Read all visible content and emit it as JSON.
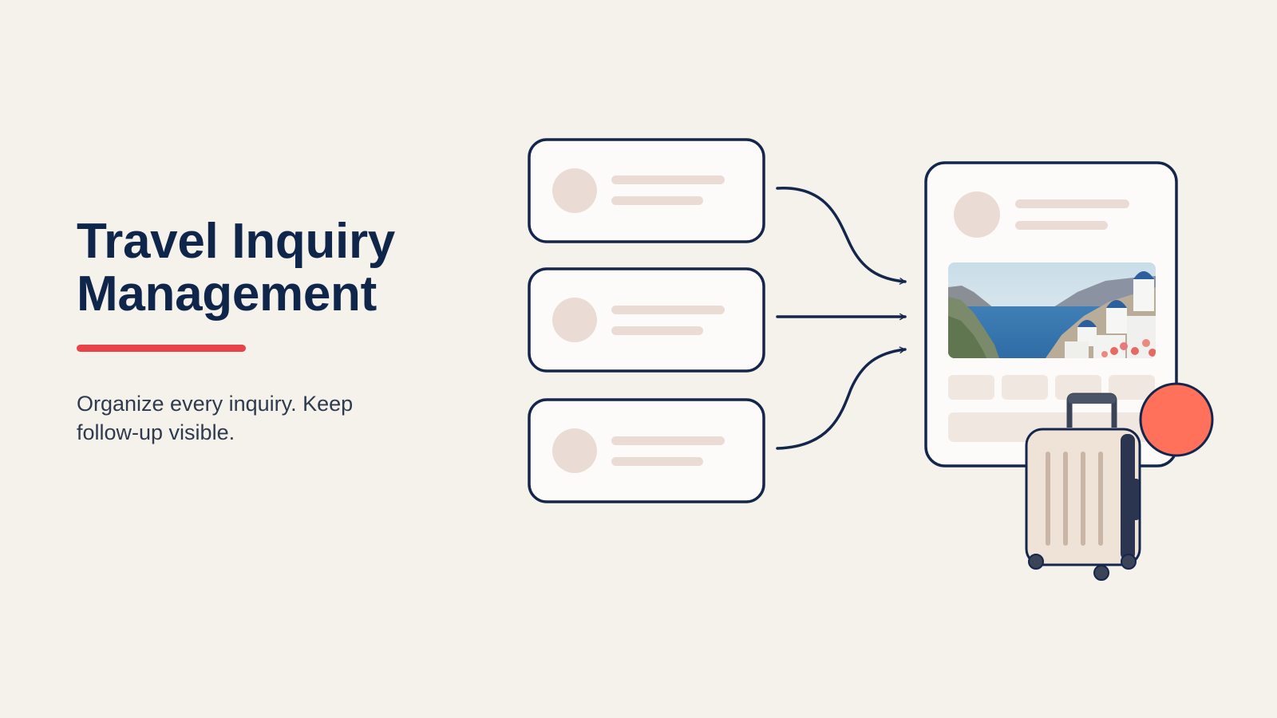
{
  "heading": {
    "line1": "Travel Inquiry",
    "line2": "Management"
  },
  "tagline": {
    "line1": "Organize every inquiry. Keep",
    "line2": "follow-up visible."
  },
  "colors": {
    "background": "#f5f1eb",
    "navy": "#10254a",
    "accent_red": "#e84348",
    "placeholder": "#eadcd4",
    "status_dot": "#ff715b"
  },
  "icons": [
    "inquiry-card-icon",
    "flow-arrow-icon",
    "dashboard-card-icon",
    "suitcase-icon",
    "status-dot-icon"
  ]
}
